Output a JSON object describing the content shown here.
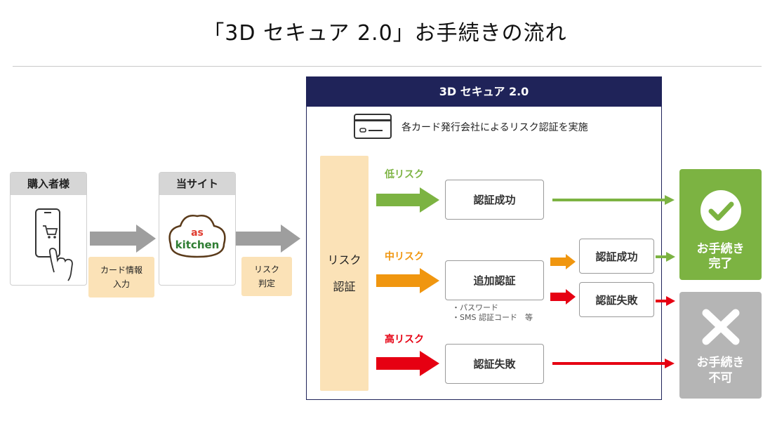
{
  "title": "「3D セキュア 2.0」お手続きの流れ",
  "purchaser": {
    "header": "購入者様",
    "action": [
      "カード情報",
      "入力"
    ]
  },
  "site": {
    "header": "当サイト",
    "logo_top": "as",
    "logo_bottom": "kitchen",
    "action": [
      "リスク",
      "判定"
    ]
  },
  "secure": {
    "header": "3D セキュア 2.0",
    "card_note": "各カード発行会社によるリスク認証を実施",
    "risk_column": [
      "リスク",
      "認証"
    ],
    "low": {
      "label": "低リスク",
      "result": "認証成功"
    },
    "mid": {
      "label": "中リスク",
      "result": "追加認証",
      "notes": [
        "・パスワード",
        "・SMS 認証コード　等"
      ],
      "success": "認証成功",
      "failure": "認証失敗"
    },
    "high": {
      "label": "高リスク",
      "result": "認証失敗"
    }
  },
  "outcomes": {
    "complete": [
      "お手続き",
      "完了"
    ],
    "rejected": [
      "お手続き",
      "不可"
    ]
  },
  "colors": {
    "navy": "#1f2359",
    "green": "#7cb342",
    "orange": "#f0960f",
    "red": "#e60012",
    "gray_arrow": "#9e9e9e",
    "cream": "#fbe2b7",
    "gray_box": "#b5b5b5"
  },
  "icons": [
    "credit-card-icon",
    "smartphone-cart-icon",
    "check-icon",
    "cross-icon"
  ]
}
